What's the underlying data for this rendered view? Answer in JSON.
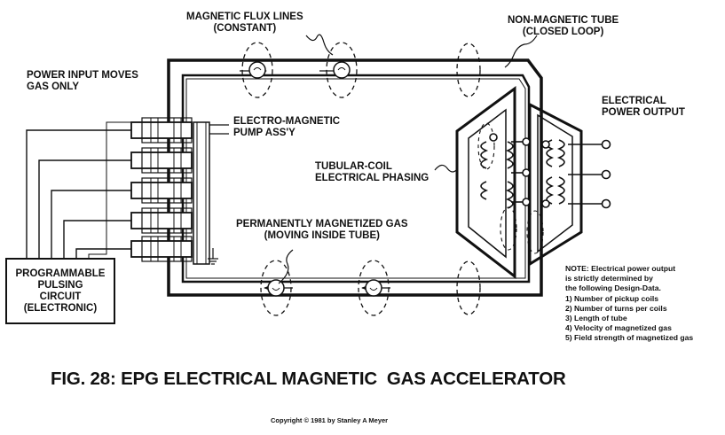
{
  "labels": {
    "flux_lines_1": "MAGNETIC FLUX LINES",
    "flux_lines_2": "(CONSTANT)",
    "nonmag_tube_1": "NON-MAGNETIC TUBE",
    "nonmag_tube_2": "(CLOSED LOOP)",
    "power_input_1": "POWER INPUT MOVES",
    "power_input_2": "GAS ONLY",
    "electrical_output_1": "ELECTRICAL",
    "electrical_output_2": "POWER OUTPUT",
    "pump_1": "ELECTRO-MAGNETIC",
    "pump_2": "PUMP ASS'Y",
    "coil_1": "TUBULAR-COIL",
    "coil_2": "ELECTRICAL PHASING",
    "gas_1": "PERMANENTLY MAGNETIZED GAS",
    "gas_2": "(MOVING INSIDE TUBE)"
  },
  "programmable_box": [
    "PROGRAMMABLE",
    "PULSING",
    "CIRCUIT",
    "(ELECTRONIC)"
  ],
  "note": {
    "line1": "NOTE: Electrical power output",
    "line2": "is strictly determined by",
    "line3": "the following Design-Data.",
    "items": [
      "1) Number of pickup coils",
      "2) Number of turns per coils",
      "3) Length of tube",
      "4) Velocity of magnetized gas",
      "5) Field strength of magnetized gas"
    ]
  },
  "figure_title": "FIG. 28: EPG ELECTRICAL MAGNETIC  GAS ACCELERATOR",
  "copyright": "Copyright © 1981 by Stanley A Meyer",
  "colors": {
    "ink": "#111111",
    "background": "#ffffff"
  }
}
